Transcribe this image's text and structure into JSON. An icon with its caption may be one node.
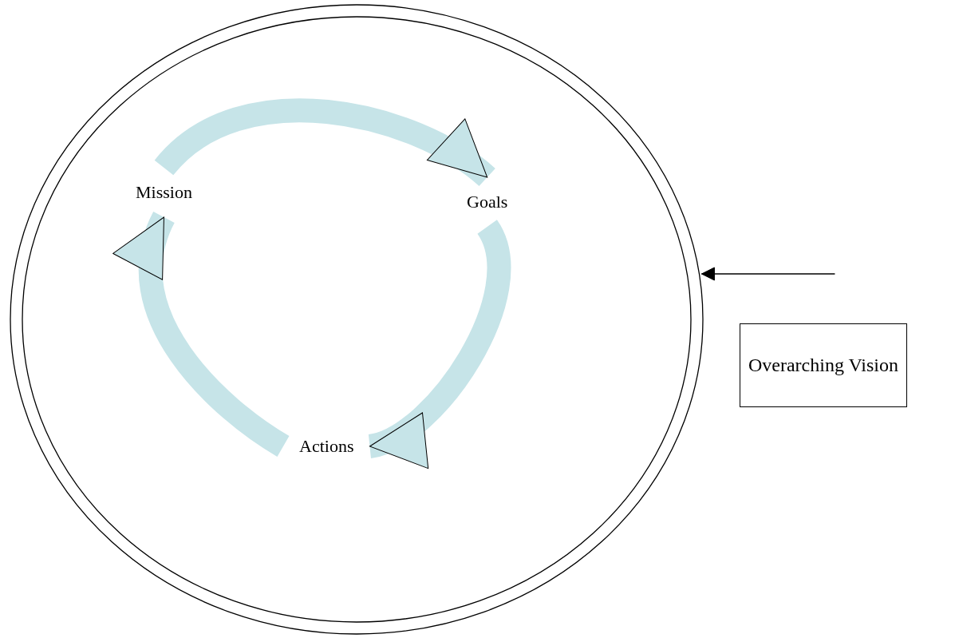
{
  "diagram": {
    "nodes": [
      {
        "text": [],
        "shape": "circle"
      },
      {
        "text": [
          "Mission"
        ],
        "in": 0
      },
      {
        "text": [
          "Goals"
        ],
        "in": 0
      },
      {
        "text": [
          "Actions"
        ],
        "in": 0
      },
      {
        "text": [
          "Overarching Vision"
        ]
      }
    ],
    "edges": [
      {
        "from": 1,
        "to": 2,
        "arrow": "to",
        "color": "#c6e4e8"
      },
      {
        "from": 2,
        "to": 3,
        "arrow": "to",
        "color": "#c6e4e8"
      },
      {
        "from": 3,
        "to": 1,
        "arrow": "to",
        "color": "#c6e4e8"
      },
      {
        "from": null,
        "to": 0,
        "arrow": "to",
        "color": "#000000"
      }
    ]
  }
}
